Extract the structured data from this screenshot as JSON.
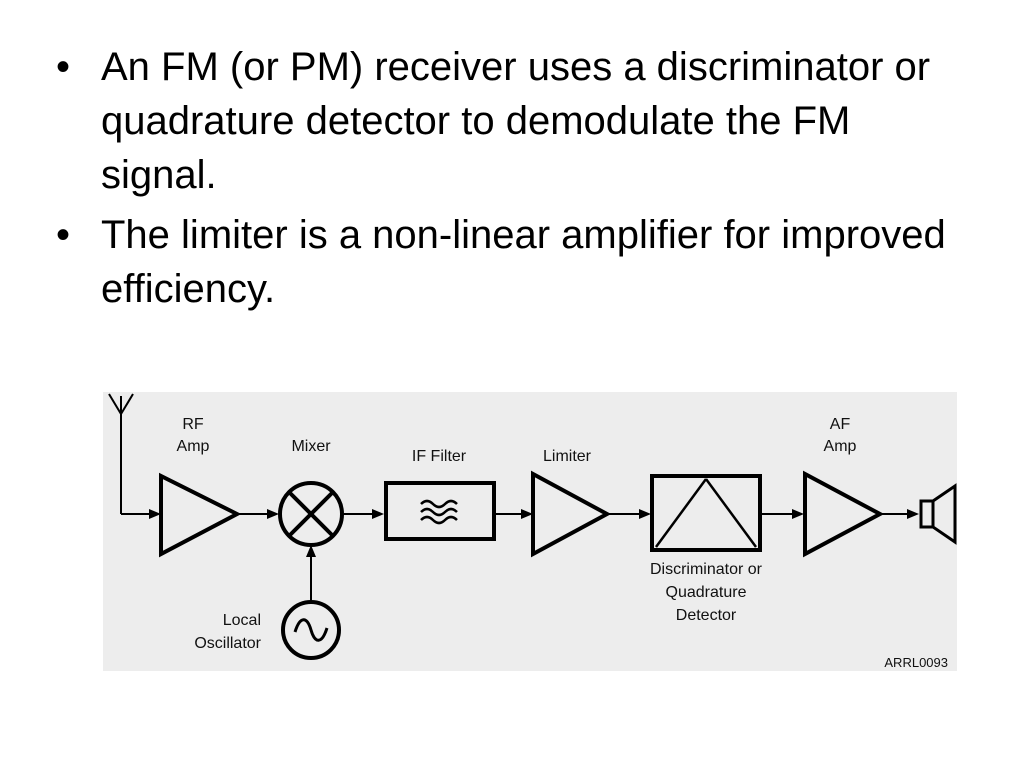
{
  "bullets": [
    "An FM (or PM) receiver uses a discriminator or quadrature detector to demodulate the FM signal.",
    "The limiter is a non-linear amplifier for improved efficiency."
  ],
  "diagram": {
    "rf_amp_label": [
      "RF",
      "Amp"
    ],
    "mixer_label": "Mixer",
    "if_filter_label": "IF Filter",
    "limiter_label": "Limiter",
    "af_amp_label": [
      "AF",
      "Amp"
    ],
    "detector_label": [
      "Discriminator or",
      "Quadrature",
      "Detector"
    ],
    "local_osc_label": [
      "Local",
      "Oscillator"
    ],
    "code": "ARRL0093"
  },
  "colors": {
    "diagram_bg": "#ededed",
    "ink": "#000000"
  }
}
